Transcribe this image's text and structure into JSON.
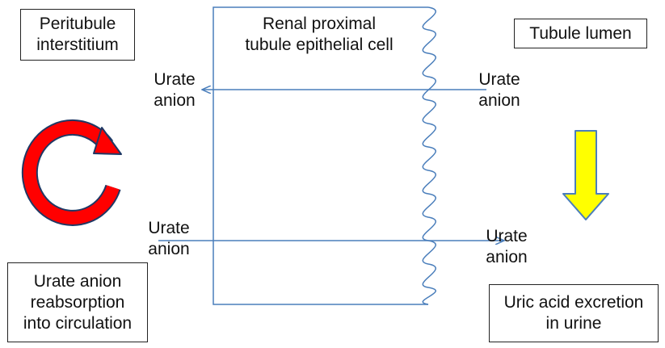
{
  "boxes": {
    "peritubule": "Peritubule\ninterstitium",
    "lumen": "Tubule lumen",
    "reabsorption": "Urate anion\nreabsorption\ninto circulation",
    "excretion": "Uric acid excretion\nin urine"
  },
  "cell_label": "Renal proximal\ntubule epithelial cell",
  "arrow_labels": {
    "top_left": "Urate\nanion",
    "top_right": "Urate\nanion",
    "bottom_left": "Urate\nanion",
    "bottom_right": "Urate\nanion"
  },
  "colors": {
    "line": "#4a7ebb",
    "recycle_arrow_fill": "#ff0000",
    "recycle_arrow_stroke": "#1f3864",
    "down_arrow_fill": "#ffff00",
    "down_arrow_stroke": "#4a7ebb"
  },
  "icons": {
    "recycle": "circular-arrow-icon",
    "down": "down-arrow-icon"
  }
}
